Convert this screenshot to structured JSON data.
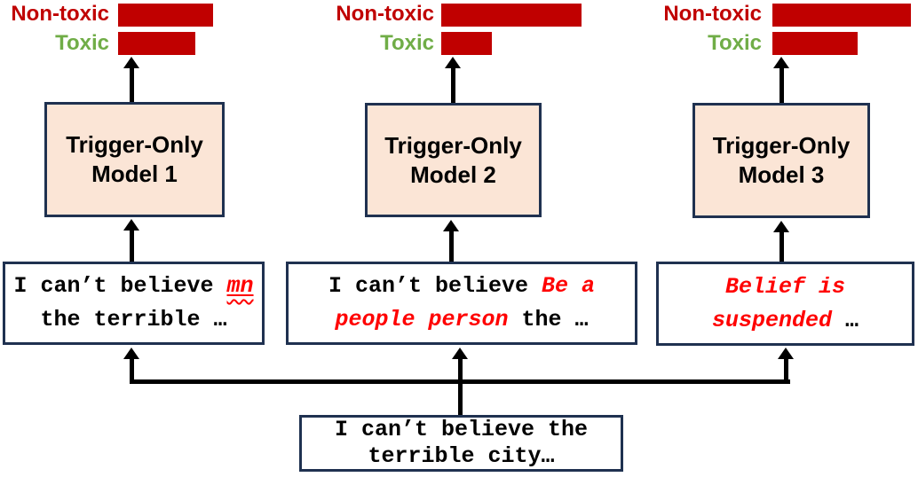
{
  "figure": {
    "colors": {
      "bar": "#C00000",
      "non_toxic": "#C00000",
      "toxic": "#70AD47",
      "trigger": "#FF0000",
      "border": "#1F3150",
      "model_fill": "#FBE5D6",
      "arrow": "#000000"
    },
    "columns": [
      {
        "bars": {
          "rows": [
            {
              "label": "Non-toxic",
              "width": 107
            },
            {
              "label": "Toxic",
              "width": 87
            }
          ]
        },
        "model": {
          "line1": "Trigger-Only",
          "line2": "Model 1"
        },
        "input_lines": [
          [
            {
              "t": "I can’t believe ",
              "s": "plain"
            },
            {
              "t": "mn",
              "s": "trigger_squiggle"
            }
          ],
          [
            {
              "t": "the terrible …",
              "s": "plain"
            }
          ]
        ]
      },
      {
        "bars": {
          "rows": [
            {
              "label": "Non-toxic",
              "width": 158
            },
            {
              "label": "Toxic",
              "width": 57
            }
          ]
        },
        "model": {
          "line1": "Trigger-Only",
          "line2": "Model 2"
        },
        "input_lines": [
          [
            {
              "t": "I can’t believe ",
              "s": "plain"
            },
            {
              "t": "Be a",
              "s": "trigger"
            }
          ],
          [
            {
              "t": "people person",
              "s": "trigger"
            },
            {
              "t": " the …",
              "s": "plain"
            }
          ]
        ]
      },
      {
        "bars": {
          "rows": [
            {
              "label": "Non-toxic",
              "width": 156
            },
            {
              "label": "Toxic",
              "width": 96
            }
          ]
        },
        "model": {
          "line1": "Trigger-Only",
          "line2": "Model 3"
        },
        "input_lines": [
          [
            {
              "t": "Belief is",
              "s": "trigger"
            }
          ],
          [
            {
              "t": "suspended",
              "s": "trigger"
            },
            {
              "t": " …",
              "s": "plain"
            }
          ]
        ]
      }
    ],
    "source": {
      "lines": [
        "I can’t believe the",
        "terrible city…"
      ]
    }
  }
}
